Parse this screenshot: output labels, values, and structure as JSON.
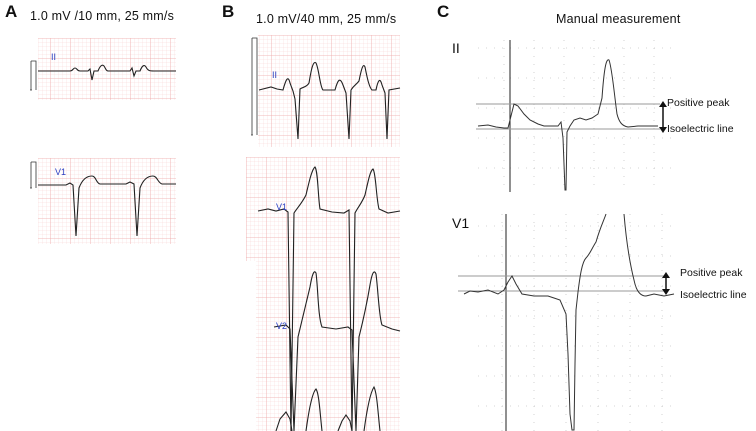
{
  "panel_a": {
    "letter": "A",
    "header": "1.0 mV  /10 mm,  25 mm/s",
    "lead_top": "II",
    "lead_bottom": "V1"
  },
  "panel_b": {
    "letter": "B",
    "header": "1.0 mV/40 mm,  25 mm/s",
    "lead_top": "II",
    "lead_mid": "V1",
    "lead_low": "V2"
  },
  "panel_c": {
    "letter": "C",
    "title": "Manual measurement",
    "lead_top": "II",
    "lead_bottom": "V1",
    "labels": {
      "positive_peak": "Positive peak",
      "isoelectric_line": "Isoelectric line"
    }
  },
  "colors": {
    "grid_fine": "#f7d2d2",
    "grid_major": "#eea9a9",
    "trace": "#222222",
    "lead_label": "#2b3fc2",
    "ref_line": "#9a9a9a",
    "dot_grid": "#c8c8c8"
  }
}
